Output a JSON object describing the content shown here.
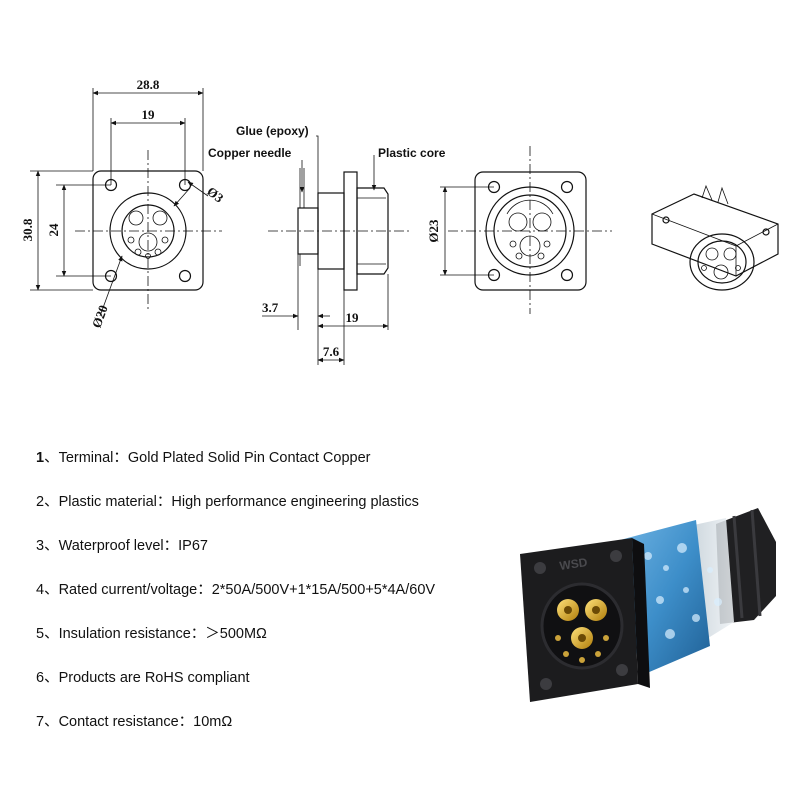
{
  "drawing": {
    "dimensions": {
      "width_overall": "28.8",
      "width_holes": "19",
      "height_overall": "30.8",
      "height_holes": "24",
      "hole_dia": "Ø3",
      "face_dia": "Ø20",
      "core_dia": "Ø23",
      "pin_protrusion": "3.7",
      "body_length": "19",
      "flange_length": "7.6"
    },
    "callouts": {
      "glue": "Glue (epoxy)",
      "copper_needle": "Copper needle",
      "plastic_core": "Plastic core"
    }
  },
  "specs": [
    {
      "num": "1",
      "sep": "、",
      "label": "Terminal：",
      "value": "Gold Plated Solid Pin Contact Copper"
    },
    {
      "num": "2",
      "sep": "、",
      "label": "Plastic material：",
      "value": "High performance engineering plastics"
    },
    {
      "num": "3",
      "sep": "、",
      "label": "Waterproof level：",
      "value": "IP67"
    },
    {
      "num": "4",
      "sep": "、",
      "label": "Rated current/voltage：",
      "value": "2*50A/500V+1*15A/500+5*4A/60V"
    },
    {
      "num": "5",
      "sep": "、",
      "label": "Insulation resistance：",
      "value": "＞500MΩ"
    },
    {
      "num": "6",
      "sep": "、",
      "label": "Products are RoHS compliant",
      "value": ""
    },
    {
      "num": "7",
      "sep": "、",
      "label": "Contact resistance：",
      "value": "10mΩ"
    }
  ],
  "photo": {
    "brand_mark": "WSD"
  },
  "colors": {
    "line": "#111111",
    "housing": "#1c1c1e",
    "boot_blue": "#3d8ec9",
    "gold_pin": "#d8a21a"
  }
}
